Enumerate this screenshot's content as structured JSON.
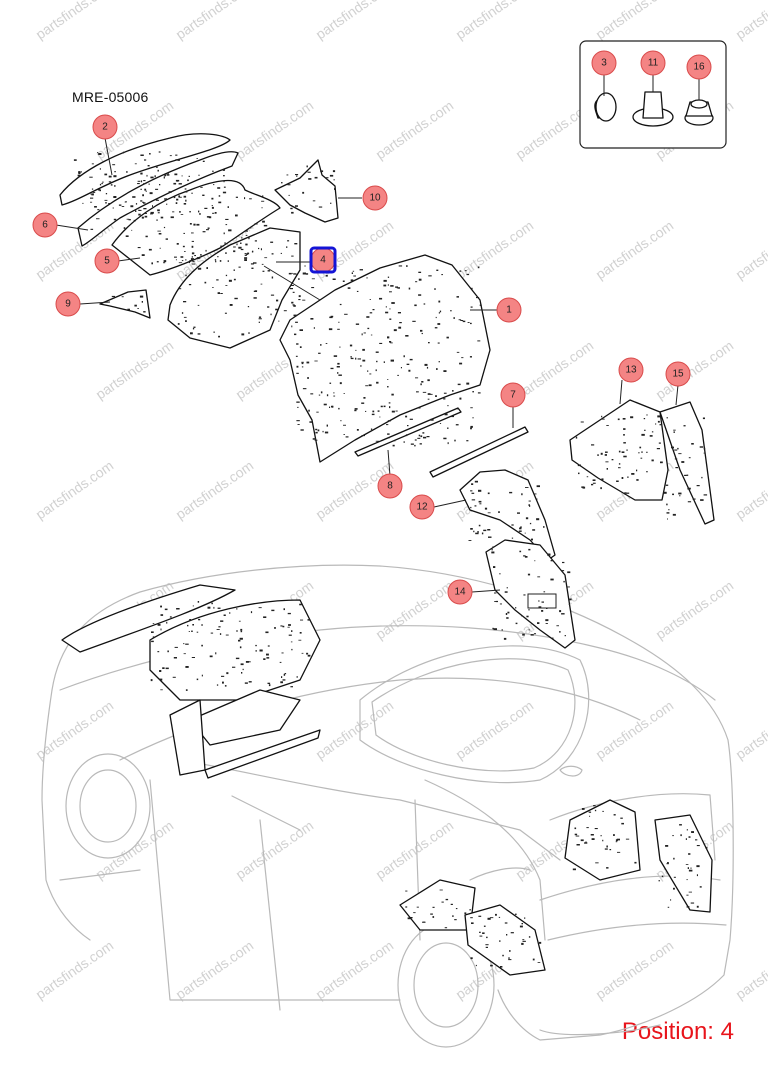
{
  "diagram": {
    "reference_code": "MRE-05006",
    "position_label": "Position: 4",
    "watermark_text": "partsfinds.com",
    "highlighted_part": "4",
    "callouts": [
      {
        "id": "2",
        "label": "2"
      },
      {
        "id": "6",
        "label": "6"
      },
      {
        "id": "5",
        "label": "5"
      },
      {
        "id": "4",
        "label": "4"
      },
      {
        "id": "9",
        "label": "9"
      },
      {
        "id": "10",
        "label": "10"
      },
      {
        "id": "1",
        "label": "1"
      },
      {
        "id": "7",
        "label": "7"
      },
      {
        "id": "8",
        "label": "8"
      },
      {
        "id": "13",
        "label": "13"
      },
      {
        "id": "15",
        "label": "15"
      },
      {
        "id": "12",
        "label": "12"
      },
      {
        "id": "14",
        "label": "14"
      },
      {
        "id": "3",
        "label": "3"
      },
      {
        "id": "11",
        "label": "11"
      },
      {
        "id": "16",
        "label": "16"
      }
    ],
    "colors": {
      "callout_fill": "#f48484",
      "highlight": "#1414d6",
      "position_text": "#e8141b",
      "watermark": "#c9c9c9"
    }
  }
}
